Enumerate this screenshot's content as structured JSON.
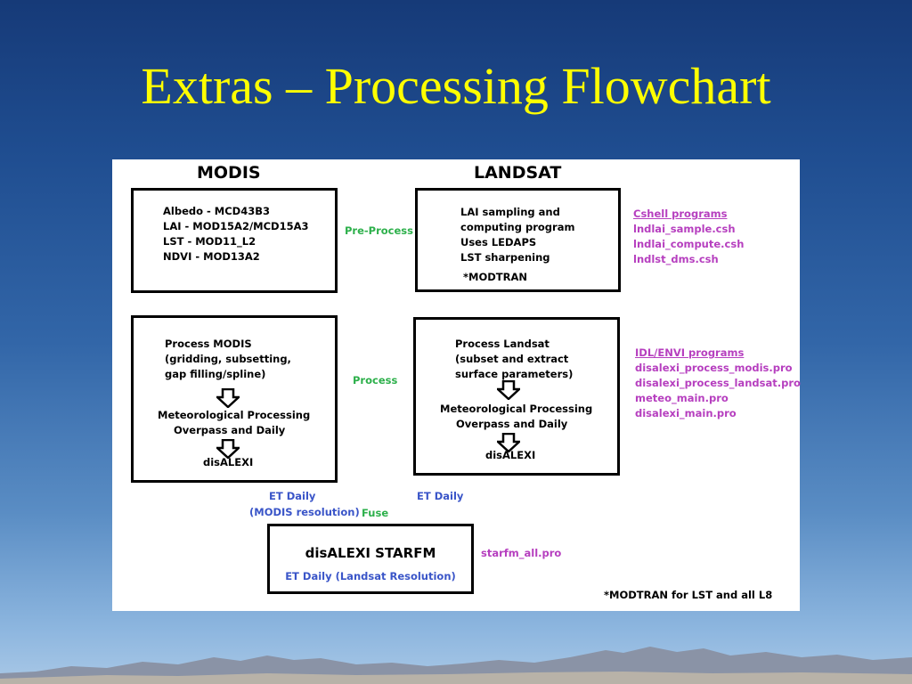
{
  "slide": {
    "title": "Extras – Processing Flowchart"
  },
  "diagram": {
    "modis_header": "MODIS",
    "landsat_header": "LANDSAT",
    "modis_preprocess_box": {
      "lines": [
        "Albedo - MCD43B3",
        "LAI - MOD15A2/MCD15A3",
        "LST - MOD11_L2",
        "NDVI - MOD13A2"
      ]
    },
    "landsat_preprocess_box": {
      "lines": [
        "LAI sampling and",
        "computing program",
        "Uses LEDAPS",
        "LST sharpening"
      ],
      "note": "*MODTRAN"
    },
    "preprocess_label": "Pre-Process",
    "process_label": "Process",
    "fuse_label": "Fuse",
    "cshell": {
      "heading": "Cshell programs",
      "files": [
        "lndlai_sample.csh",
        "lndlai_compute.csh",
        "lndlst_dms.csh"
      ]
    },
    "modis_process_box": {
      "lines": [
        "Process MODIS",
        "(gridding, subsetting,",
        "gap filling/spline)"
      ],
      "step2": "Meteorological Processing",
      "step2b": "Overpass and Daily",
      "step3": "disALEXI"
    },
    "landsat_process_box": {
      "lines": [
        "Process Landsat",
        "(subset and extract",
        "surface parameters)"
      ],
      "step2": "Meteorological Processing",
      "step2b": "Overpass and Daily",
      "step3": "disALEXI"
    },
    "idl": {
      "heading": "IDL/ENVI programs",
      "files": [
        "disalexi_process_modis.pro",
        "disalexi_process_landsat.pro",
        "meteo_main.pro",
        "disalexi_main.pro"
      ]
    },
    "modis_output": {
      "line1": "ET Daily",
      "line2": "(MODIS resolution)"
    },
    "landsat_output": "ET Daily",
    "starfm_box": {
      "title": "disALEXI STARFM",
      "subtitle": "ET Daily (Landsat Resolution)"
    },
    "starfm_program": "starfm_all.pro",
    "footnote": "*MODTRAN for LST and all L8"
  },
  "colors": {
    "title": "#ffff00",
    "process_labels": "#2db04b",
    "program_names": "#b63fbf",
    "et_labels": "#3a55c8"
  }
}
